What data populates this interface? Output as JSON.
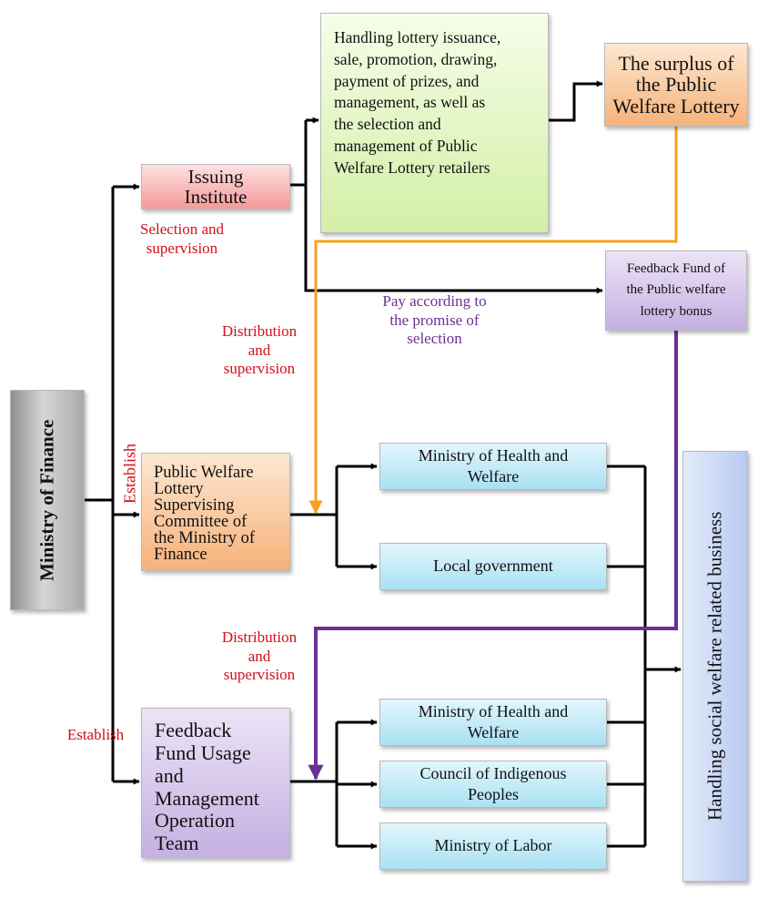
{
  "nodes": {
    "ministry_of_finance": "Ministry of Finance",
    "issuing_institute": "Issuing\nInstitute",
    "handling_lottery": "Handling lottery issuance,\nsale, promotion, drawing,\npayment of prizes, and\nmanagement, as well as\nthe selection and\nmanagement of Public\nWelfare Lottery retailers",
    "surplus": "The surplus of\nthe Public\nWelfare Lottery",
    "feedback_fund": "Feedback Fund of\nthe Public welfare\nlottery bonus",
    "supervising_committee": "Public Welfare\nLottery\nSupervising\nCommittee of\nthe Ministry of\nFinance",
    "ministry_health_welfare_1": "Ministry of Health and\nWelfare",
    "local_government": "Local government",
    "feedback_team": "Feedback\nFund Usage\nand\nManagement\nOperation\nTeam",
    "ministry_health_welfare_2": "Ministry of Health and\nWelfare",
    "council_indigenous": "Council of Indigenous\nPeoples",
    "ministry_labor": "Ministry of Labor",
    "social_welfare": "Handling social welfare related business"
  },
  "edge_labels": {
    "selection_supervision": "Selection and\nsupervision",
    "pay_according": "Pay according to\nthe promise of\nselection",
    "distribution_supervision_1": "Distribution\nand\nsupervision",
    "establish_vertical": "Establish",
    "distribution_supervision_2": "Distribution\nand\nsupervision",
    "establish_lower": "Establish"
  },
  "colors": {
    "connector": "#000000",
    "surplus_flow": "#f5a11e",
    "feedback_flow": "#6a2f94",
    "label_red": "#d0101a",
    "label_purple": "#6a2f94"
  }
}
